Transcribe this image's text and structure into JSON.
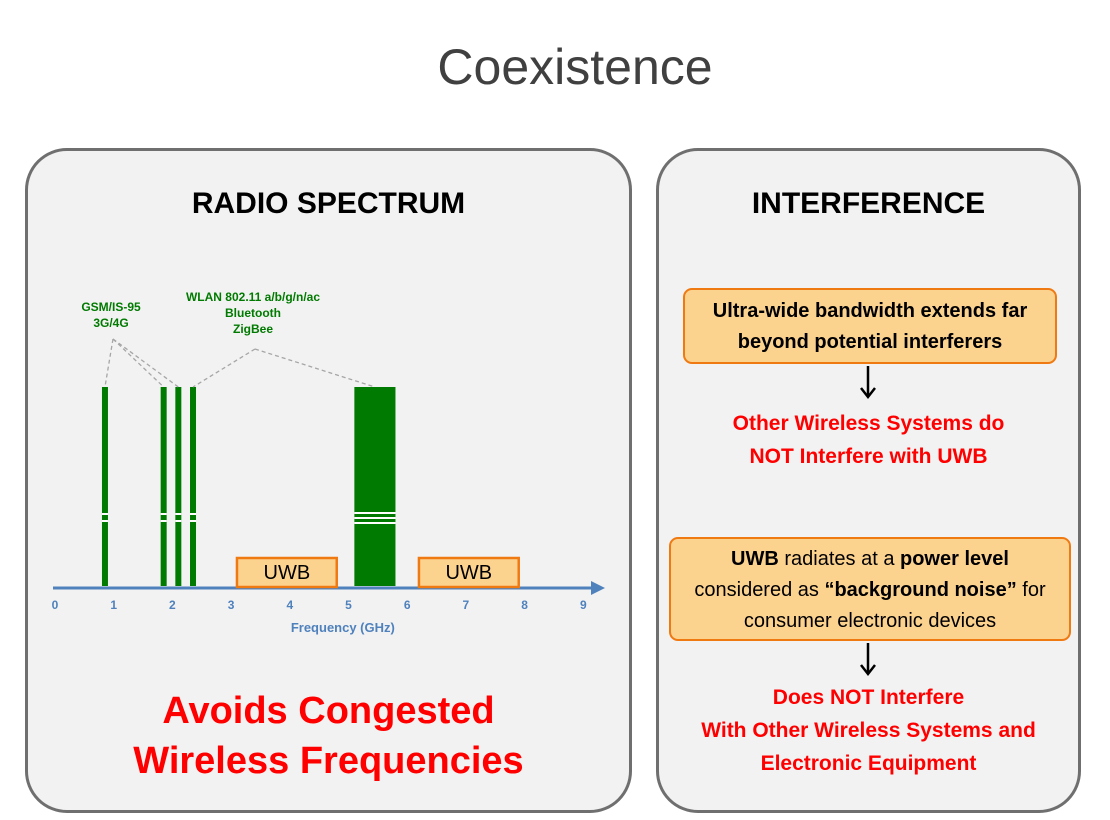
{
  "title": "Coexistence",
  "left_panel": {
    "heading": "RADIO SPECTRUM",
    "tagline_line1": "Avoids Congested",
    "tagline_line2": "Wireless Frequencies"
  },
  "right_panel": {
    "heading": "INTERFERENCE",
    "box1_line1": "Ultra-wide bandwidth extends far",
    "box1_line2": "beyond potential  interferers",
    "result1_line1": "Other Wireless Systems do",
    "result1_line2": "NOT Interfere with UWB",
    "box2": {
      "uwb": "UWB",
      "t1": " radiates at a ",
      "power": "power level",
      "t2": "considered as ",
      "noise": "“background noise”",
      "t3": " for",
      "line3": "consumer electronic devices"
    },
    "result2_line1": "Does NOT Interfere",
    "result2_line2": "With Other Wireless Systems and",
    "result2_line3": "Electronic Equipment"
  },
  "colors": {
    "green": "#007a00",
    "axis_blue": "#4f81bd",
    "red": "#ff0000",
    "orange_fill": "#fcd28f",
    "orange_border": "#f07a12",
    "panel_fill": "#f2f2f2",
    "panel_border": "#6f6f6f"
  },
  "chart_data": {
    "type": "bar",
    "xlabel": "Frequency (GHz)",
    "xlim": [
      0,
      9.2
    ],
    "x_ticks": [
      "0",
      "1",
      "2",
      "3",
      "4",
      "5",
      "6",
      "7",
      "8",
      "9"
    ],
    "annotations": [
      {
        "lines": [
          "GSM/IS-95",
          "3G/4G"
        ]
      },
      {
        "lines": [
          "WLAN 802.11 a/b/g/n/ac",
          "Bluetooth",
          "ZigBee"
        ]
      }
    ],
    "bands": [
      {
        "start": 0.8,
        "end": 0.9,
        "group": 0
      },
      {
        "start": 1.8,
        "end": 1.9,
        "group": 0
      },
      {
        "start": 2.05,
        "end": 2.15,
        "group": 0
      },
      {
        "start": 2.3,
        "end": 2.4,
        "group": 1
      },
      {
        "start": 5.1,
        "end": 5.8,
        "group": 1
      }
    ],
    "uwb_ranges": [
      {
        "label": "UWB",
        "start": 3.1,
        "end": 4.8
      },
      {
        "label": "UWB",
        "start": 6.2,
        "end": 7.9
      }
    ]
  }
}
